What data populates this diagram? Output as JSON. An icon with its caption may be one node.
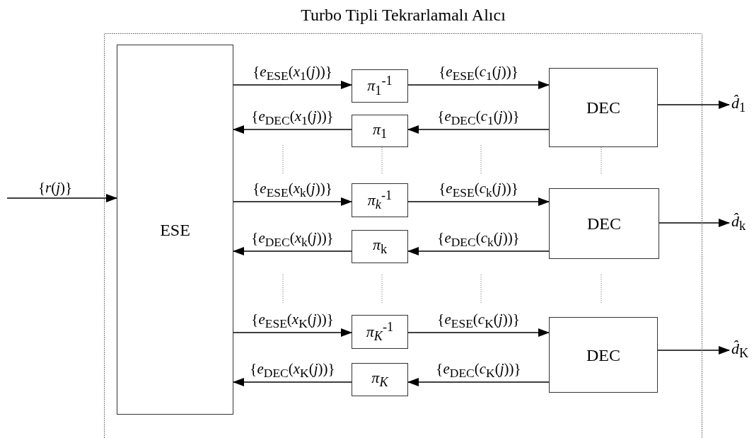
{
  "diagram": {
    "nodes": [
      {
        "text": [
          "Turbo Tipli Tekrarlamalı Alıcı"
        ]
      },
      {
        "text": [
          "ESE"
        ],
        "in": 0
      },
      {
        "text": [
          "*π*$_{1}$$^{-1}$"
        ],
        "in": 0
      },
      {
        "text": [
          "*π*$_{1}$"
        ],
        "in": 0
      },
      {
        "text": [
          "DEC"
        ],
        "in": 0
      },
      {
        "text": [
          "*π$_{k}$*$^{-1}$"
        ],
        "in": 0
      },
      {
        "text": [
          "*π*$_{k}$"
        ],
        "in": 0
      },
      {
        "text": [
          "DEC"
        ],
        "in": 0
      },
      {
        "text": [
          "*π$_{K}$*$^{-1}$"
        ],
        "in": 0
      },
      {
        "text": [
          "*π$_{K}$*"
        ],
        "in": 0
      },
      {
        "text": [
          "DEC"
        ],
        "in": 0
      },
      {
        "text": [
          "*d̂*$_{1}$"
        ]
      },
      {
        "text": [
          "*d̂*$_{k}$"
        ]
      },
      {
        "text": [
          "*d̂*$_{K}$"
        ]
      }
    ],
    "edges": [
      {
        "from": null,
        "to": 1,
        "arrow": "to",
        "label": "{*r*(*j*)}"
      },
      {
        "from": 1,
        "to": 2,
        "arrow": "to",
        "label": "{*e*$_{ESE}$(*x*$_{1}$(*j*))}"
      },
      {
        "from": 2,
        "to": 4,
        "arrow": "to",
        "label": "{*e*$_{ESE}$(*c*$_{1}$(*j*))}"
      },
      {
        "from": 4,
        "to": 3,
        "arrow": "to",
        "label": "{*e*$_{DEC}$(*c*$_{1}$(*j*))}"
      },
      {
        "from": 3,
        "to": 1,
        "arrow": "to",
        "label": "{*e*$_{DEC}$(*x*$_{1}$(*j*))}"
      },
      {
        "from": 1,
        "to": 5,
        "arrow": "to",
        "label": "{*e*$_{ESE}$(*x*$_{k}$(*j*))}"
      },
      {
        "from": 5,
        "to": 7,
        "arrow": "to",
        "label": "{*e*$_{ESE}$(*c*$_{k}$(*j*))}"
      },
      {
        "from": 7,
        "to": 6,
        "arrow": "to",
        "label": "{*e*$_{DEC}$(*c*$_{k}$(*j*))}"
      },
      {
        "from": 6,
        "to": 1,
        "arrow": "to",
        "label": "{*e*$_{DEC}$(*x*$_{k}$(*j*))}"
      },
      {
        "from": 1,
        "to": 8,
        "arrow": "to",
        "label": "{*e*$_{ESE}$(*x*$_{K}$(*j*))}"
      },
      {
        "from": 8,
        "to": 10,
        "arrow": "to",
        "label": "{*e*$_{ESE}$(*c*$_{K}$(*j*))}"
      },
      {
        "from": 10,
        "to": 9,
        "arrow": "to",
        "label": "{*e*$_{DEC}$(*c*$_{K}$(*j*))}"
      },
      {
        "from": 9,
        "to": 1,
        "arrow": "to",
        "label": "{*e*$_{DEC}$(*x*$_{K}$(*j*))}"
      },
      {
        "from": 4,
        "to": 11,
        "arrow": "to"
      },
      {
        "from": 7,
        "to": 12,
        "arrow": "to"
      },
      {
        "from": 10,
        "to": 13,
        "arrow": "to"
      }
    ]
  }
}
